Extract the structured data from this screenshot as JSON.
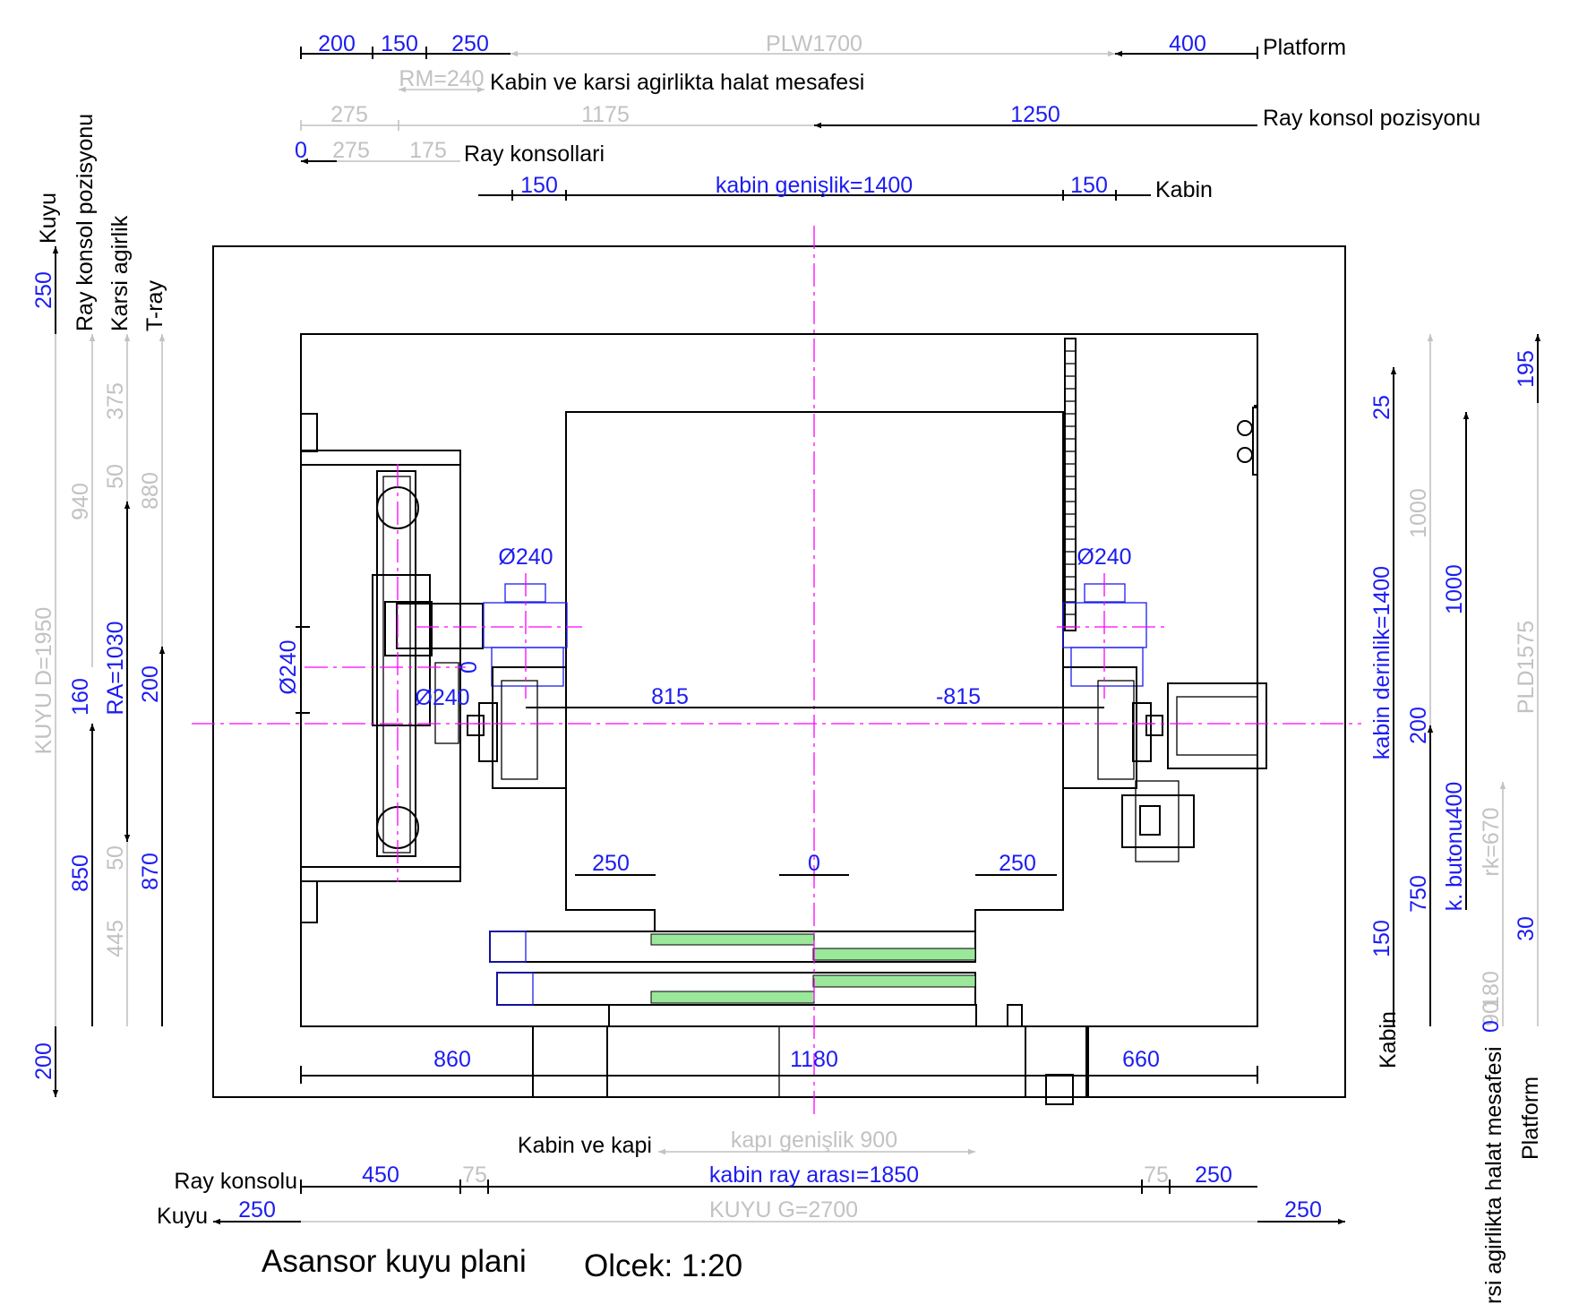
{
  "drawing": {
    "title": "Asansor kuyu plani",
    "scale": "Olcek: 1:20"
  },
  "labels": {
    "platform": "Platform",
    "rope_distance": "Kabin ve karsi agirlikta halat mesafesi",
    "rail_bracket_position": "Ray konsol pozisyonu",
    "rail_brackets": "Ray konsollari",
    "cabin": "Kabin",
    "shaft": "Kuyu",
    "counterweight": "Karsi agirlik",
    "t_rail": "T-ray",
    "cabin_and_door": "Kabin ve kapi",
    "rail_bracket": "Ray konsolu",
    "rope_distance_cut": "rsi agirlikta halat mesafesi"
  },
  "dimensions": {
    "top_platform": [
      "200",
      "150",
      "250",
      "PLW1700",
      "400"
    ],
    "top_rope": "RM=240",
    "top_bracket_pos": [
      "275",
      "1175",
      "1250"
    ],
    "top_brackets": [
      "0",
      "275",
      "175"
    ],
    "top_cabin": [
      "150",
      "kabin genişlik=1400",
      "150"
    ],
    "left_shaft": [
      "250",
      "KUYU D=1950",
      "200"
    ],
    "left_bracket": [
      "940",
      "160",
      "850"
    ],
    "left_cw": [
      "375",
      "50",
      "RA=1030",
      "50",
      "445"
    ],
    "left_rail": [
      "880",
      "200",
      "870"
    ],
    "right_cabin": [
      "25",
      "kabin derinlik=1400",
      "150"
    ],
    "right_mid": [
      "1000",
      "200",
      "750"
    ],
    "right_button": [
      "1000",
      "k. butonu400"
    ],
    "right_rk": [
      "rk=670",
      "180",
      "90",
      "0"
    ],
    "right_platform": [
      "195",
      "PLD1575",
      "30"
    ],
    "inside": {
      "dia_left_top": "Ø240",
      "dia_right_top": "Ø240",
      "dia_left_side": "Ø240",
      "dia_left_low": "Ø240",
      "zero_small": "0",
      "left_center": "815",
      "right_center": "-815",
      "bottom_left": "250",
      "bottom_mid": "0",
      "bottom_right": "250"
    },
    "bottom_pit": [
      "860",
      "1180",
      "660"
    ],
    "door_width": "kapı genişlik 900",
    "bottom_bracket": [
      "450",
      "75",
      "kabin  ray arası=1850",
      "75",
      "250"
    ],
    "bottom_shaft": [
      "250",
      "KUYU G=2700",
      "250"
    ]
  },
  "colors": {
    "dimension_blue": "#1c1cf2",
    "reference_gray": "#c2c2c2",
    "axis_magenta": "#ff00ff",
    "door_panel_green": "#9be89b",
    "outline_black": "#000000"
  }
}
